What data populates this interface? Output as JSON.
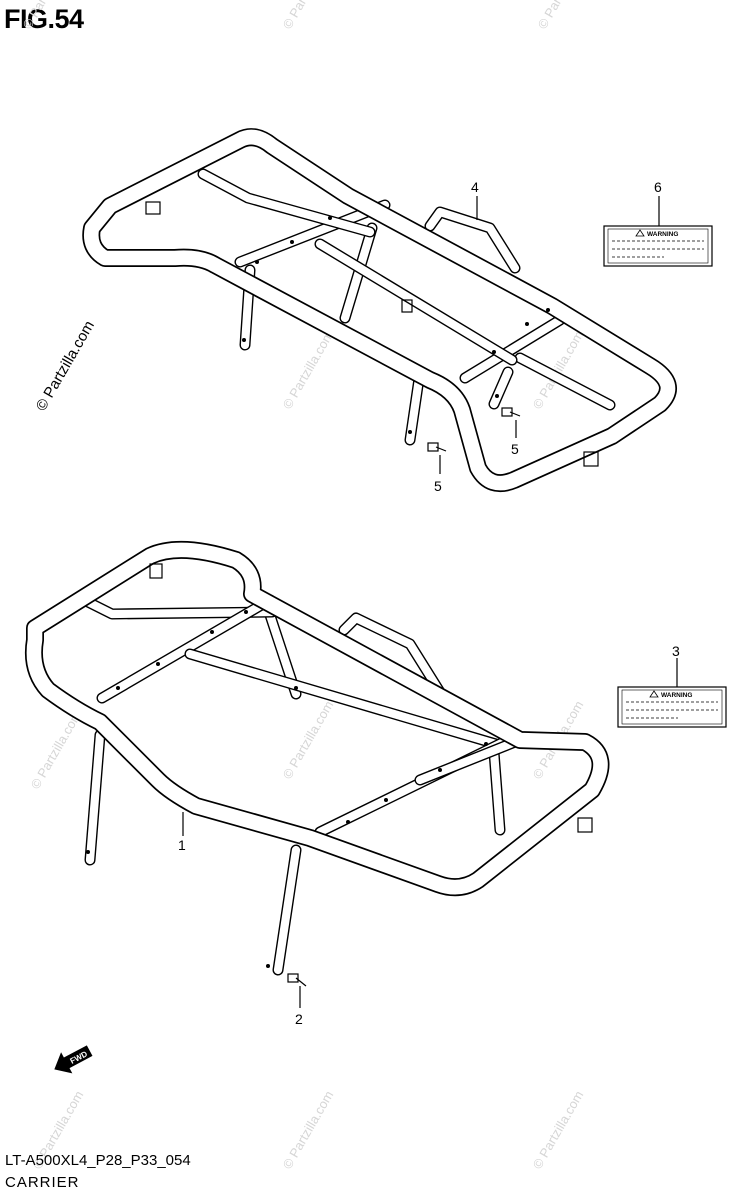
{
  "figure": {
    "title": "FIG.54",
    "model_code": "LT-A500XL4_P28_P33_054",
    "caption": "CARRIER"
  },
  "callouts": [
    {
      "id": "1",
      "text": "1"
    },
    {
      "id": "2",
      "text": "2"
    },
    {
      "id": "3",
      "text": "3"
    },
    {
      "id": "4",
      "text": "4"
    },
    {
      "id": "5a",
      "text": "5"
    },
    {
      "id": "5b",
      "text": "5"
    },
    {
      "id": "6",
      "text": "6"
    }
  ],
  "labels": {
    "warning_text": "WARNING",
    "fwd_text": "FWD"
  },
  "watermark": {
    "text": "© Partzilla.com",
    "color": "#d6d6d6"
  }
}
